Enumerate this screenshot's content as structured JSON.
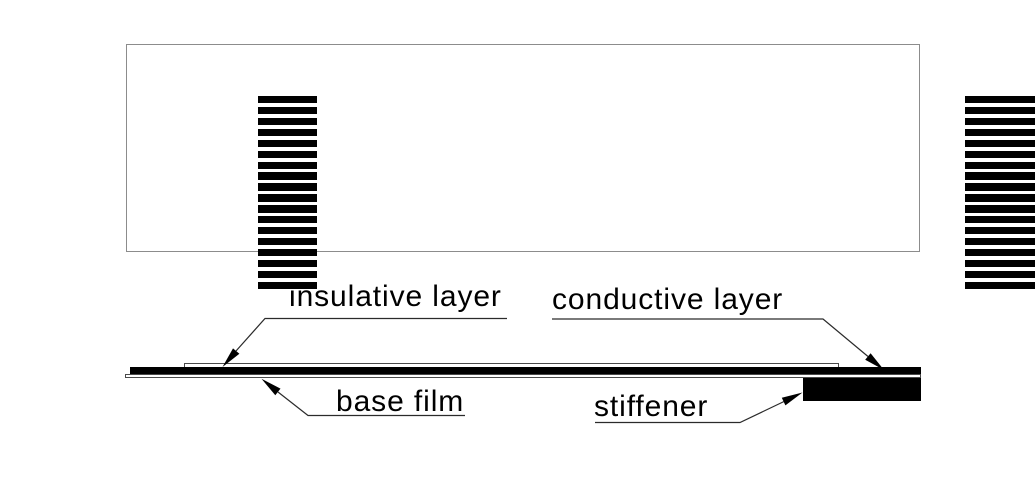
{
  "top_view": {
    "contact_stripe_count_left": 18,
    "contact_stripe_count_right": 18
  },
  "side_view": {
    "labels": {
      "insulative": "insulative layer",
      "conductive": "conductive layer",
      "base_film": "base film",
      "stiffener": "stiffener"
    }
  },
  "colors": {
    "ink": "#000000",
    "background": "#ffffff",
    "top_view_outline": "#8c8c8c"
  }
}
